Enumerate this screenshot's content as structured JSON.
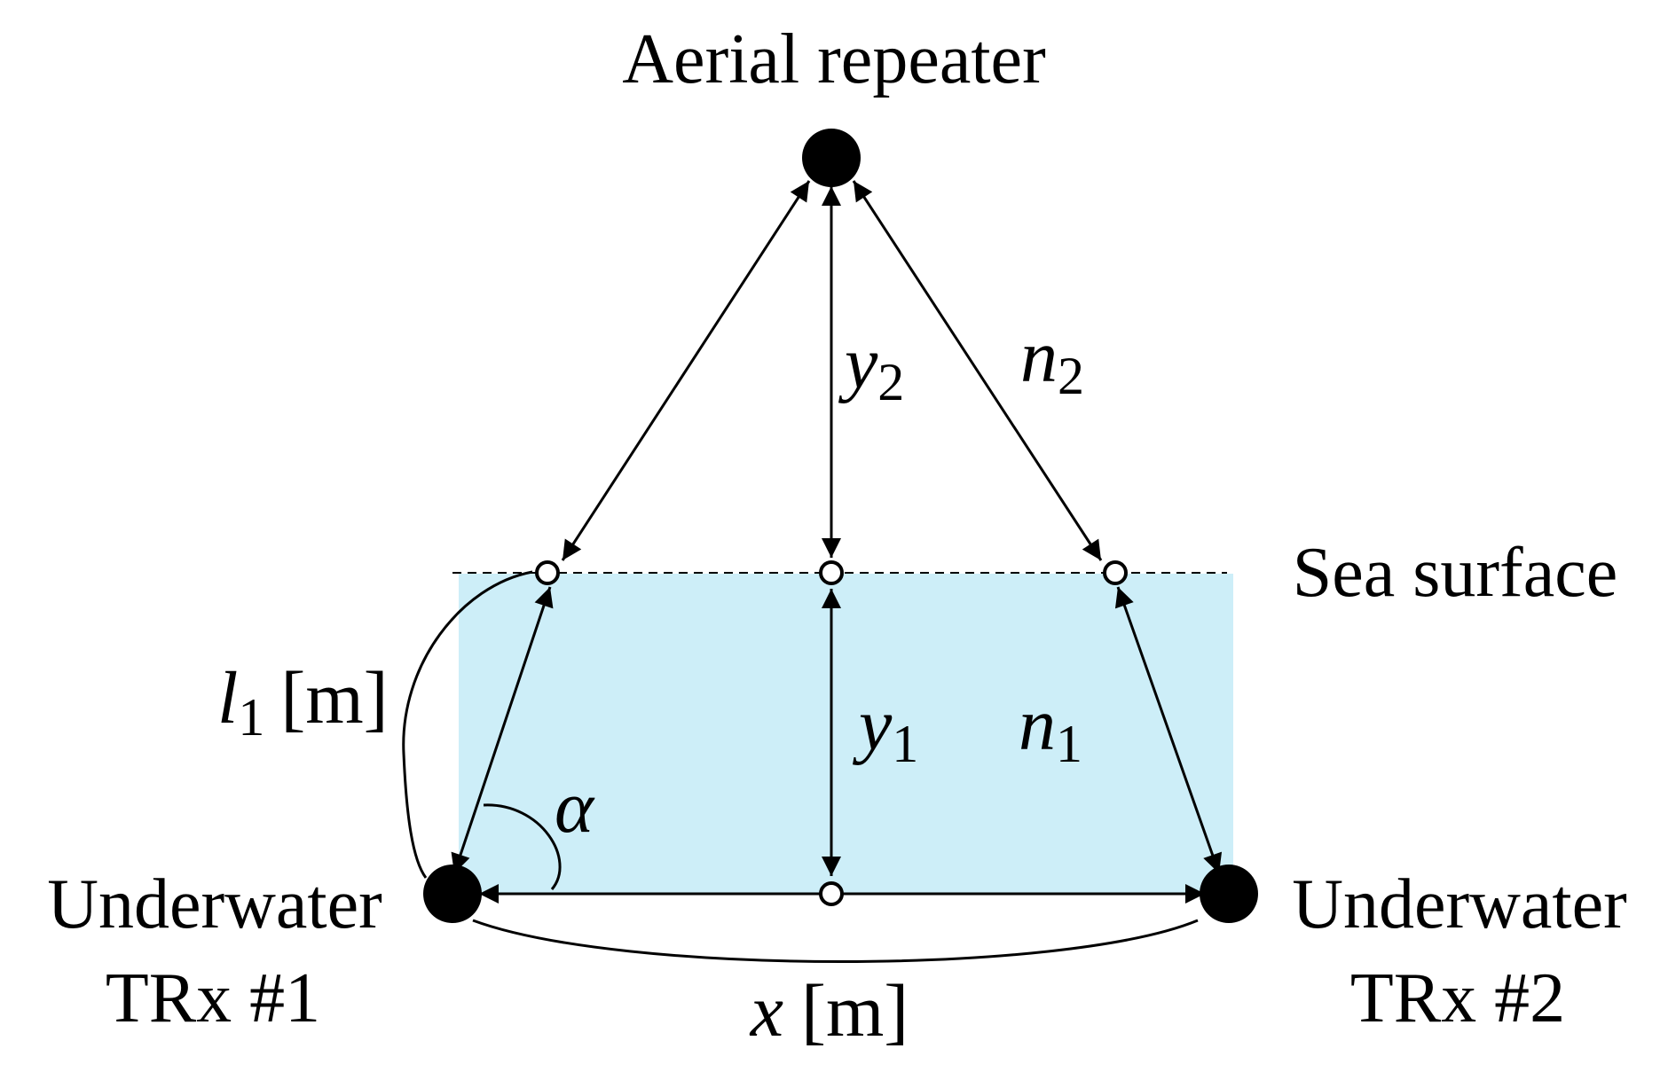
{
  "labels": {
    "aerial_repeater": "Aerial repeater",
    "sea_surface": "Sea surface",
    "underwater_1_line1": "Underwater",
    "underwater_1_line2": "TRx #1",
    "underwater_2_line1": "Underwater",
    "underwater_2_line2": "TRx #2"
  },
  "variables": {
    "y2": {
      "base": "y",
      "sub": "2"
    },
    "n2": {
      "base": "n",
      "sub": "2"
    },
    "y1": {
      "base": "y",
      "sub": "1"
    },
    "n1": {
      "base": "n",
      "sub": "1"
    },
    "l1": {
      "base": "l",
      "sub": "1",
      "unit": "[m]"
    },
    "alpha": "α",
    "x": {
      "base": "x",
      "unit": "[m]"
    }
  },
  "colors": {
    "water": "#cdeef8",
    "ink": "#000000"
  }
}
